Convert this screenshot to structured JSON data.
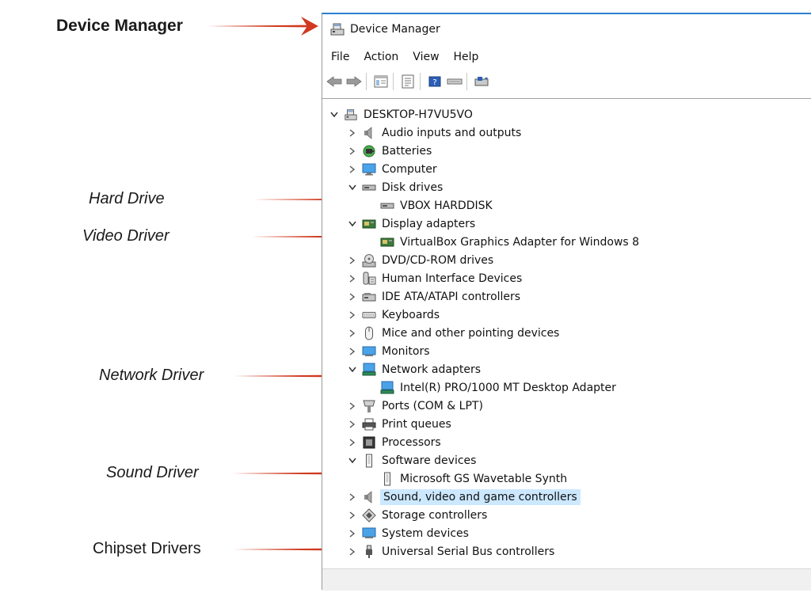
{
  "annotations": {
    "device_manager": "Device Manager",
    "hard_drive": "Hard Drive",
    "video_driver": "Video Driver",
    "network_driver": "Network Driver",
    "sound_driver": "Sound Driver",
    "chipset_drivers": "Chipset Drivers"
  },
  "window": {
    "title": "Device Manager",
    "menu": [
      "File",
      "Action",
      "View",
      "Help"
    ]
  },
  "colors": {
    "arrow": "#d0391f",
    "title_accent": "#2b7fd0",
    "selection": "#cce8ff"
  },
  "tree": {
    "root": "DESKTOP-H7VU5VO",
    "audio_inputs": "Audio inputs and outputs",
    "batteries": "Batteries",
    "computer": "Computer",
    "disk_drives": "Disk drives",
    "vbox_harddisk": "VBOX HARDDISK",
    "display_adapters": "Display adapters",
    "virtualbox_graphics": "VirtualBox Graphics Adapter for Windows 8",
    "dvd_rom": "DVD/CD-ROM drives",
    "hid": "Human Interface Devices",
    "ide_ata": "IDE ATA/ATAPI controllers",
    "keyboards": "Keyboards",
    "mice": "Mice and other pointing devices",
    "monitors": "Monitors",
    "network_adapters": "Network adapters",
    "intel_pro": "Intel(R) PRO/1000 MT Desktop Adapter",
    "ports": "Ports (COM & LPT)",
    "print_queues": "Print queues",
    "processors": "Processors",
    "software_devices": "Software devices",
    "ms_gs_synth": "Microsoft GS Wavetable Synth",
    "sound_video": "Sound, video and game controllers",
    "storage": "Storage controllers",
    "system_devices": "System devices",
    "usb": "Universal Serial Bus controllers"
  }
}
